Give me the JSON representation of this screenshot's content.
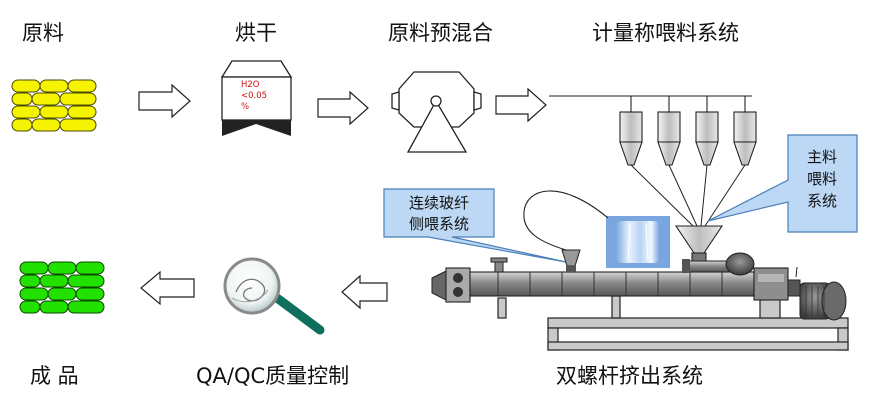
{
  "steps": {
    "raw_material": "原料",
    "drying": "烘干",
    "premix": "原料预混合",
    "feeding": "计量称喂料系统",
    "product": "成 品",
    "qaqc": "QA/QC质量控制",
    "extrusion": "双螺杆挤出系统"
  },
  "dryer": {
    "line1": "H2O",
    "line2": "<0.05",
    "line3": "%"
  },
  "callouts": {
    "glass_fiber_line1": "连续玻纤",
    "glass_fiber_line2": "侧喂系统",
    "main_feed_line1": "主料",
    "main_feed_line2": "喂料",
    "main_feed_line3": "系统"
  },
  "colors": {
    "raw_pellet": "#f6f300",
    "product_pellet": "#22e000",
    "callout_fill": "#bcd8f4",
    "callout_stroke": "#4a7fb8",
    "dryer_text": "#d01010"
  }
}
